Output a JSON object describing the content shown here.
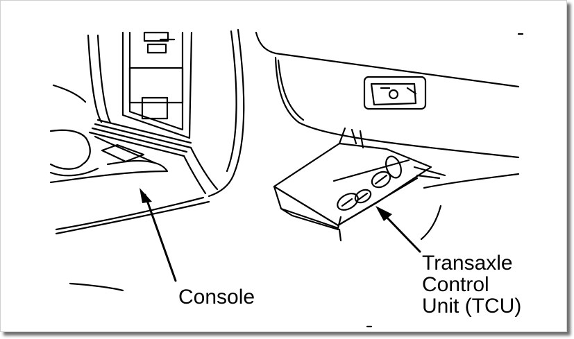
{
  "labels": {
    "console": "Console",
    "tcu": [
      "Transaxle",
      "Control",
      "Unit (TCU)"
    ]
  }
}
